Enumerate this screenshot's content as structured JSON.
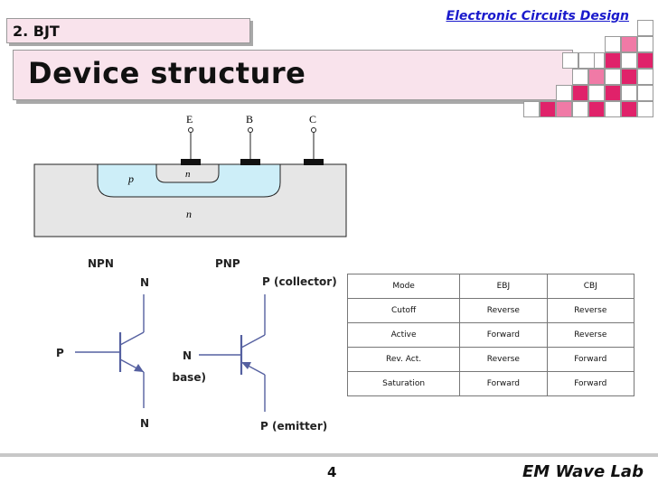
{
  "section": "2. BJT",
  "title": "Device structure",
  "brand": "Electronic Circuits Design",
  "cross_section": {
    "terminals": [
      "E",
      "B",
      "C"
    ],
    "regions": [
      "p",
      "n",
      "n"
    ]
  },
  "npn": {
    "label": "NPN",
    "base": "P",
    "collector": "N",
    "emitter": "N"
  },
  "pnp": {
    "label": "PNP",
    "base": "N",
    "base_note": "(base)",
    "collector": "P (collector)",
    "emitter": "P (emitter)"
  },
  "mode_table": {
    "header": [
      "Mode",
      "EBJ",
      "CBJ"
    ],
    "rows": [
      [
        "Cutoff",
        "Reverse",
        "Reverse"
      ],
      [
        "Active",
        "Forward",
        "Reverse"
      ],
      [
        "Rev. Act.",
        "Reverse",
        "Forward"
      ],
      [
        "Saturation",
        "Forward",
        "Forward"
      ]
    ]
  },
  "footer": {
    "page": "4",
    "lab": "EM Wave Lab"
  },
  "colors": {
    "tab_fill": "#f9e3ec",
    "grid_pink": "#f07aa6",
    "grid_magenta": "#e0226a",
    "brand_blue": "#1a1acc",
    "p_region": "#cdeef8",
    "substrate": "#e6e6e6"
  }
}
